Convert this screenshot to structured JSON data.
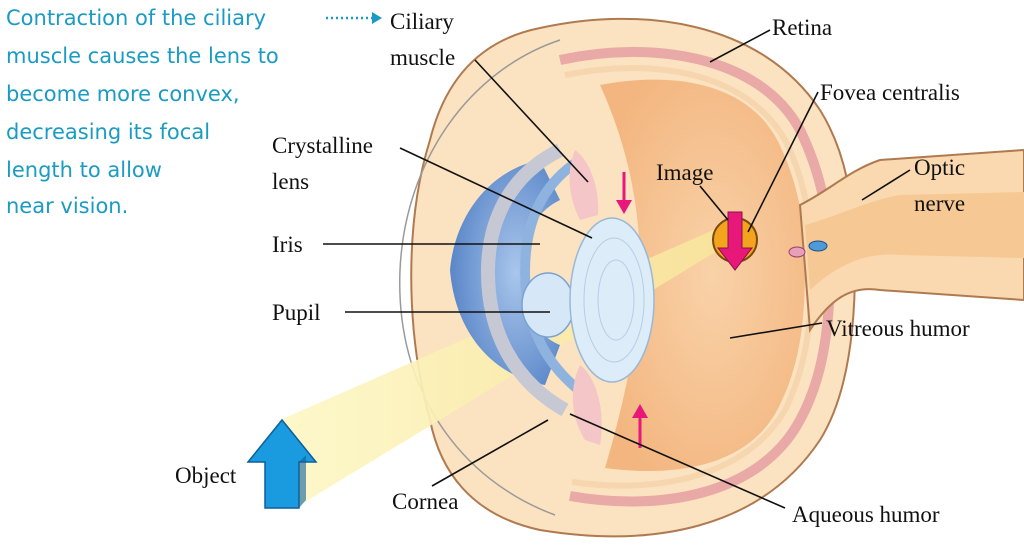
{
  "caption": {
    "lines": [
      "Contraction of the ciliary",
      "muscle causes the lens to",
      "become more convex,",
      "decreasing its focal",
      "length to allow",
      "near vision."
    ]
  },
  "labels": {
    "ciliary_muscle": [
      "Ciliary",
      "muscle"
    ],
    "retina": "Retina",
    "fovea_centralis": "Fovea centralis",
    "crystalline_lens": [
      "Crystalline",
      "lens"
    ],
    "image": "Image",
    "optic_nerve": [
      "Optic",
      "nerve"
    ],
    "iris": "Iris",
    "pupil": "Pupil",
    "vitreous_humor": "Vitreous humor",
    "object": "Object",
    "cornea": "Cornea",
    "aqueous_humor": "Aqueous humor"
  },
  "colors": {
    "caption": "#1a9bc4",
    "object_arrow": "#1a9be0",
    "image_arrow": "#e8177a",
    "light_beam": "#fbf3b4",
    "eye_interior": "#f8c898",
    "iris": "#6c9ad6",
    "lens": "#dcecf8"
  }
}
